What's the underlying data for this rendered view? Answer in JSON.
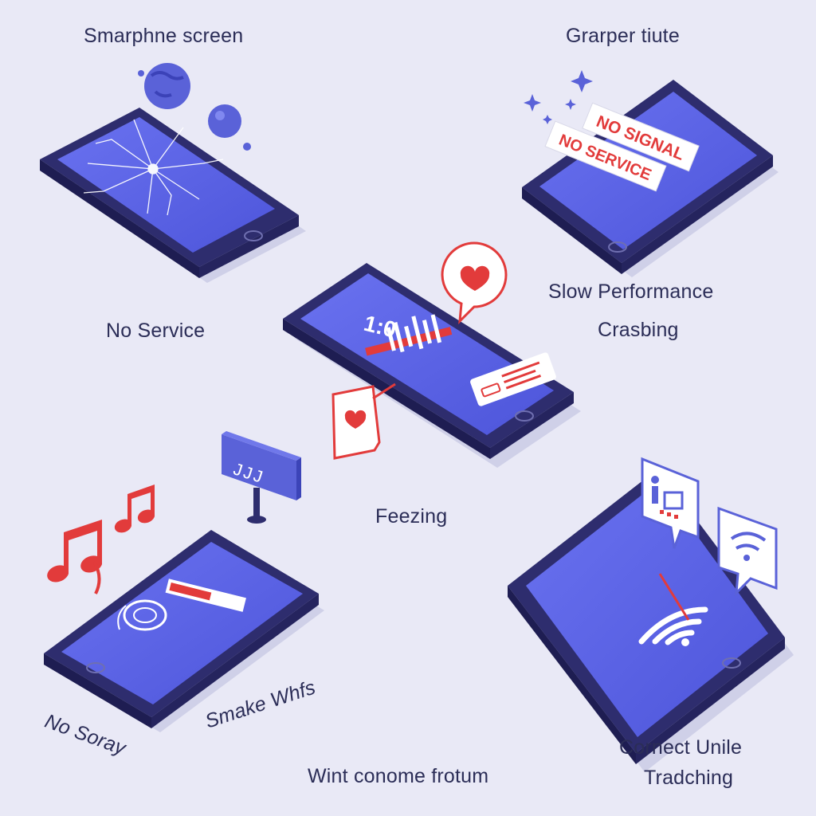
{
  "labels": {
    "smartphone_screen": "Smarphne screen",
    "grarper_tiute": "Grarper tiute",
    "no_service": "No Service",
    "slow_performance": "Slow Performance",
    "crashing": "Crasbing",
    "freezing": "Feezing",
    "no_soray": "No Soray",
    "smake_whfs": "Smake Whfs",
    "wint_conome": "Wint conome frotum",
    "cornect_unile": "Cornect Unile",
    "tradching": "Tradching"
  },
  "phone_texts": {
    "no_signal": "NO SIGNAL",
    "no_service_banner": "NO SERVICE",
    "time": "1:0",
    "monitor": "JJJ"
  },
  "colors": {
    "background": "#e9e9f6",
    "phone_body": "#2e2d6e",
    "screen": "#5860e4",
    "accent_red": "#e23b3b",
    "label_text": "#2b2d57"
  },
  "icons": [
    "cracked-screen-icon",
    "planet-icon",
    "bubble-icon",
    "sparkle-icon",
    "heart-chat-icon",
    "music-note-icon",
    "monitor-icon",
    "wifi-icon",
    "person-chart-icon"
  ]
}
